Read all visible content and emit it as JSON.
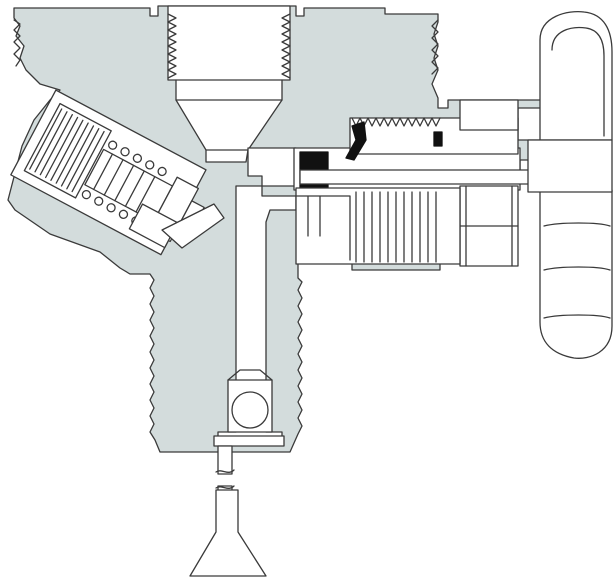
{
  "figure": {
    "kind": "cross-section technical drawing",
    "colors": {
      "body": "#d3dcdc",
      "outline": "#3a3a3a",
      "white": "#ffffff",
      "black": "#111111"
    },
    "parts": [
      "valve-body",
      "top-threaded-port",
      "left-relief-valve-assembly",
      "right-stem-assembly",
      "handwheel",
      "bottom-threaded-stem",
      "check-ball",
      "dip-tube",
      "funnel-strainer"
    ]
  }
}
